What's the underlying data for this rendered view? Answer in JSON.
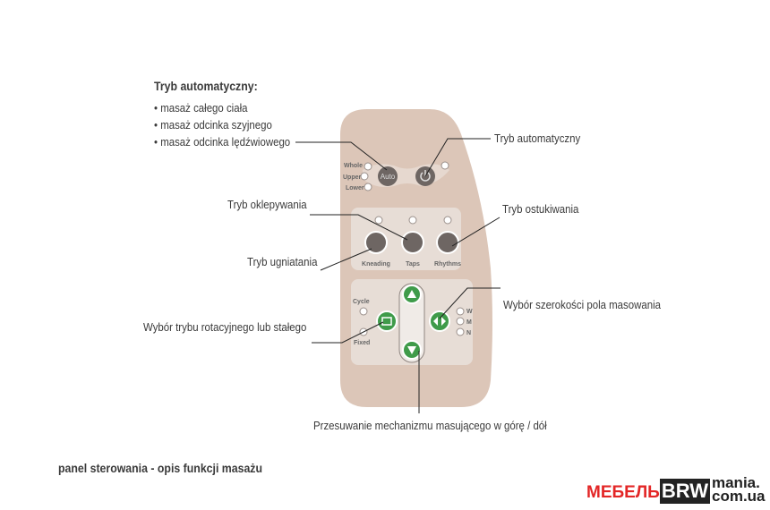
{
  "title": "Tryb automatyczny:",
  "bullets": [
    "masaż całego ciała",
    "masaż odcinka szyjnego",
    "masaż odcinka lędźwiowego"
  ],
  "labels": {
    "auto_mode": "Tryb automatyczny",
    "taps": "Tryb oklepywania",
    "rhythms": "Tryb ostukiwania",
    "kneading": "Tryb ugniatania",
    "rotation": "Wybór trybu rotacyjnego lub stałego",
    "width": "Wybór szerokości pola masowania",
    "move": "Przesuwanie mechanizmu masującego w górę / dół"
  },
  "panel": {
    "whole": "Whole",
    "upper": "Upper",
    "lower": "Lower",
    "auto": "Auto",
    "kneading": "Kneading",
    "taps": "Taps",
    "rhythms": "Rhythms",
    "cycle": "Cycle",
    "fixed": "Fixed",
    "w": "W",
    "m": "M",
    "n": "N"
  },
  "caption": "panel sterowania - opis funkcji masażu",
  "logo": {
    "part1": "МЕБЕЛЬ",
    "part2": "BRW",
    "part3": "mania.",
    "part4": "com.ua"
  },
  "colors": {
    "panel": "#dcc6b8",
    "green": "#3f9b4a",
    "dark": "#6e6663"
  }
}
